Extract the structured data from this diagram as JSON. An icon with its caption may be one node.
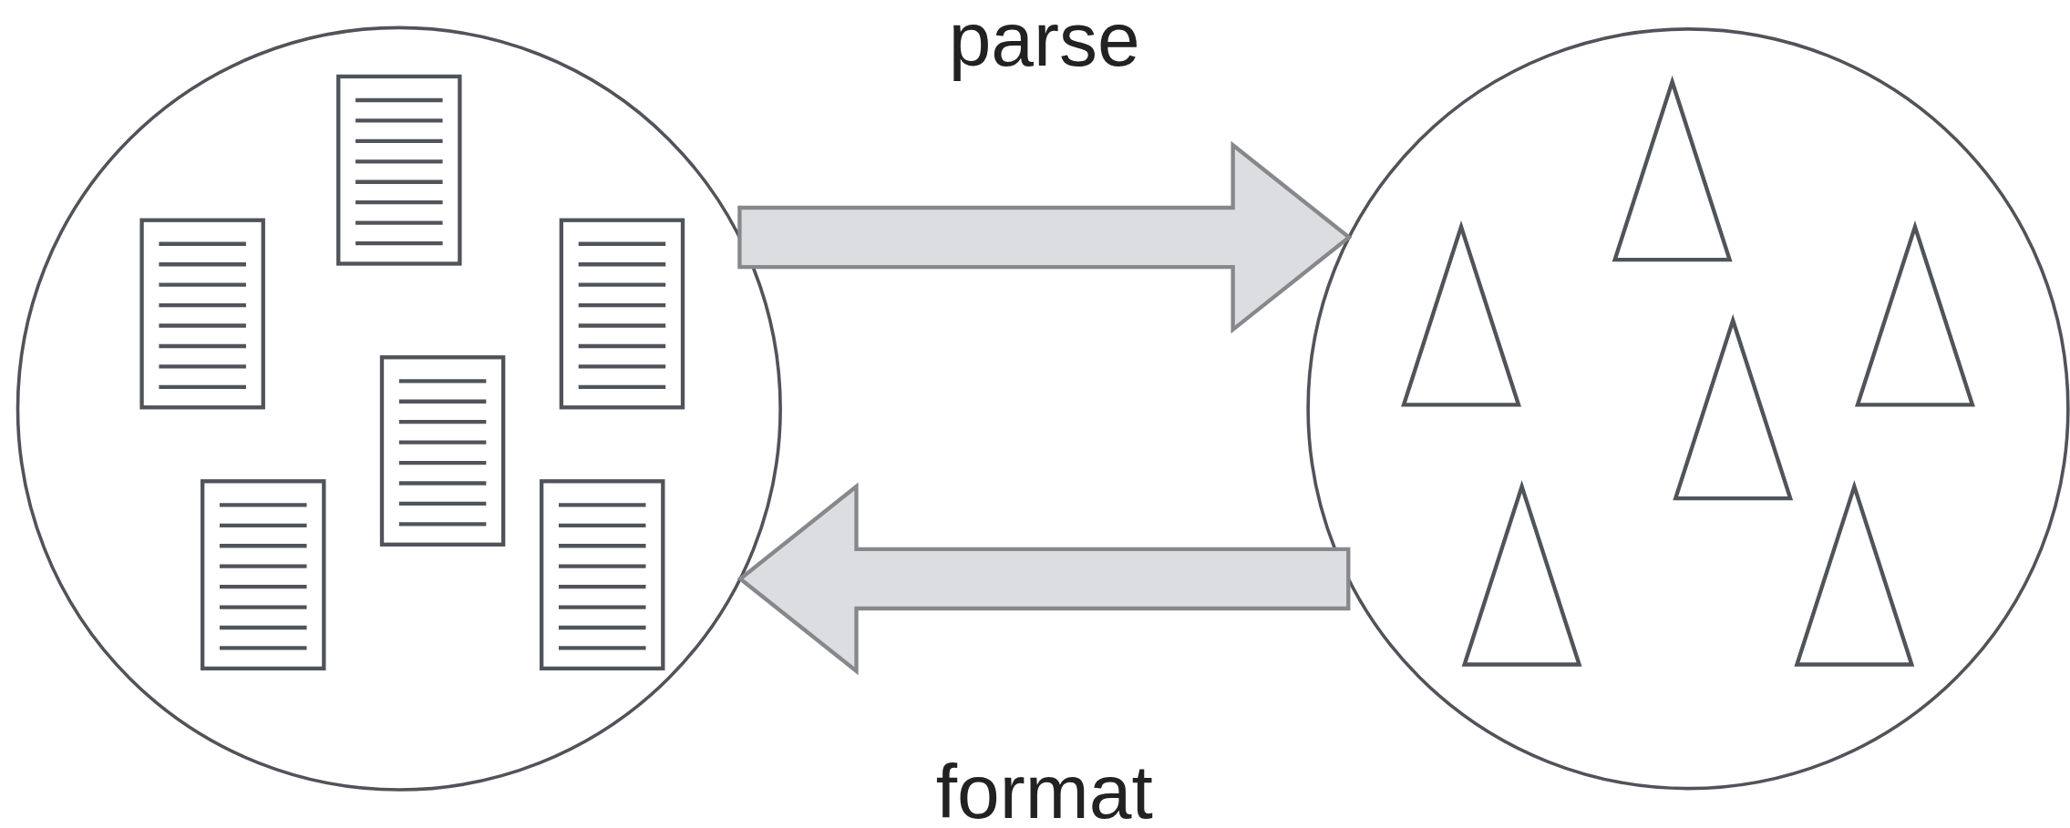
{
  "diagram": {
    "nodes": [
      {
        "text": [],
        "shape": "circle"
      },
      {
        "text": [],
        "shape": "circle"
      }
    ],
    "edges": [
      {
        "from": 0,
        "to": 1,
        "arrow": "to",
        "label": "parse"
      },
      {
        "from": 1,
        "to": 0,
        "arrow": "to",
        "label": "format"
      }
    ]
  }
}
